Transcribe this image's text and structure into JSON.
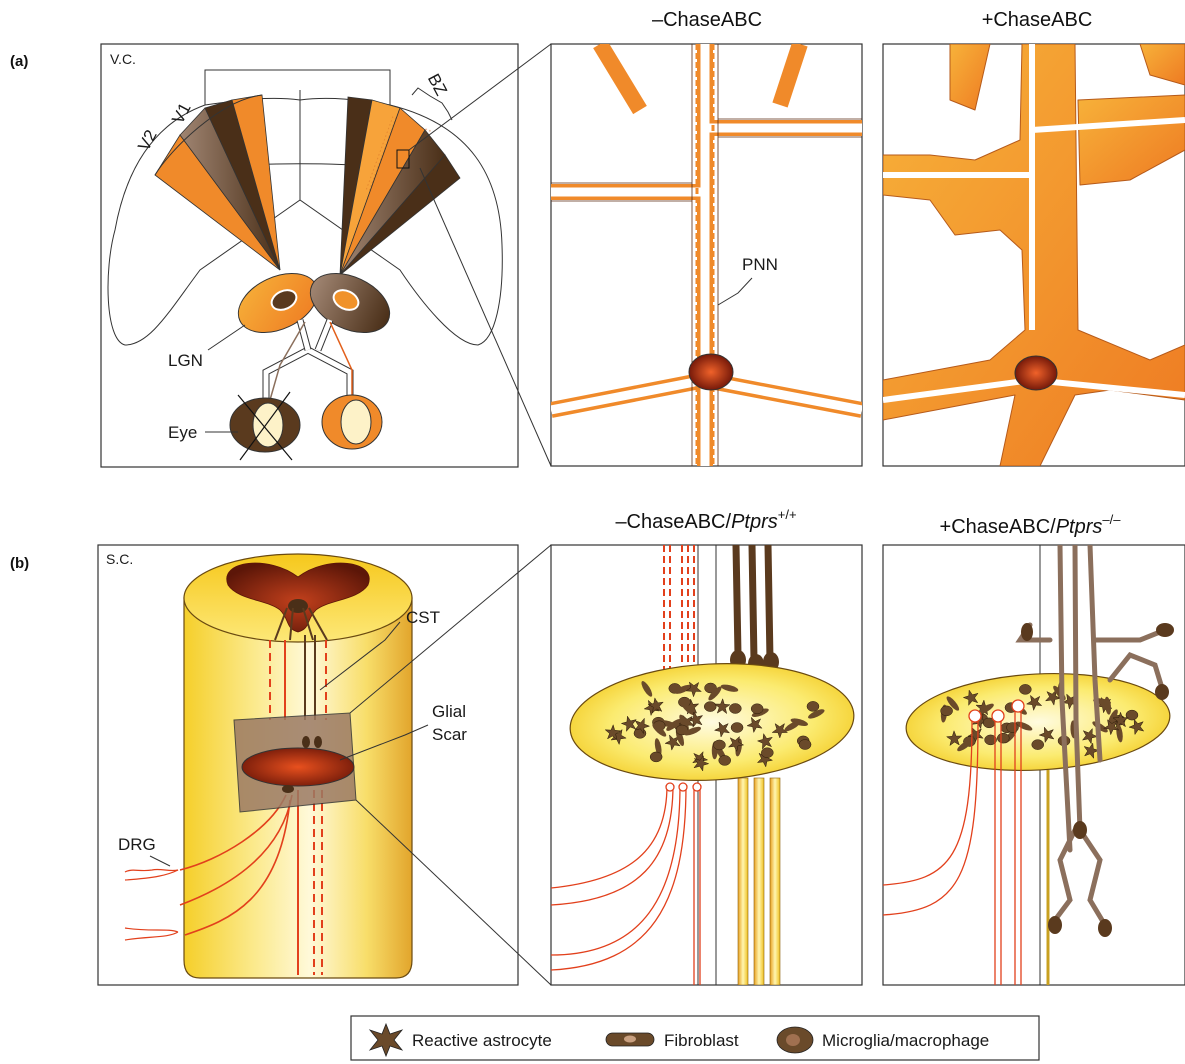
{
  "panel_a": {
    "letter": "(a)",
    "corner": "V.C.",
    "v2": "V2",
    "v1": "V1",
    "bz": "BZ",
    "lgn": "LGN",
    "eye": "Eye",
    "pnn": "PNN",
    "title_minus": "–ChaseABC",
    "title_plus": "+ChaseABC"
  },
  "panel_b": {
    "letter": "(b)",
    "corner": "S.C.",
    "cst": "CST",
    "glial1": "Glial",
    "glial2": "Scar",
    "drg": "DRG",
    "title_minus_a": "–ChaseABC/",
    "title_minus_b": "Ptprs",
    "title_minus_c": "+/+",
    "title_plus_a": "+ChaseABC/",
    "title_plus_b": "Ptprs",
    "title_plus_c": "–/–"
  },
  "legend": {
    "astrocyte": "Reactive astrocyte",
    "fibroblast": "Fibroblast",
    "microglia": "Microglia/macrophage"
  },
  "colors": {
    "orange": "#f08a2a",
    "dark_brown": "#5a3a1e",
    "taupe": "#8b6f5c",
    "yellow": "#f7d21e",
    "red_line": "#e2401c"
  }
}
